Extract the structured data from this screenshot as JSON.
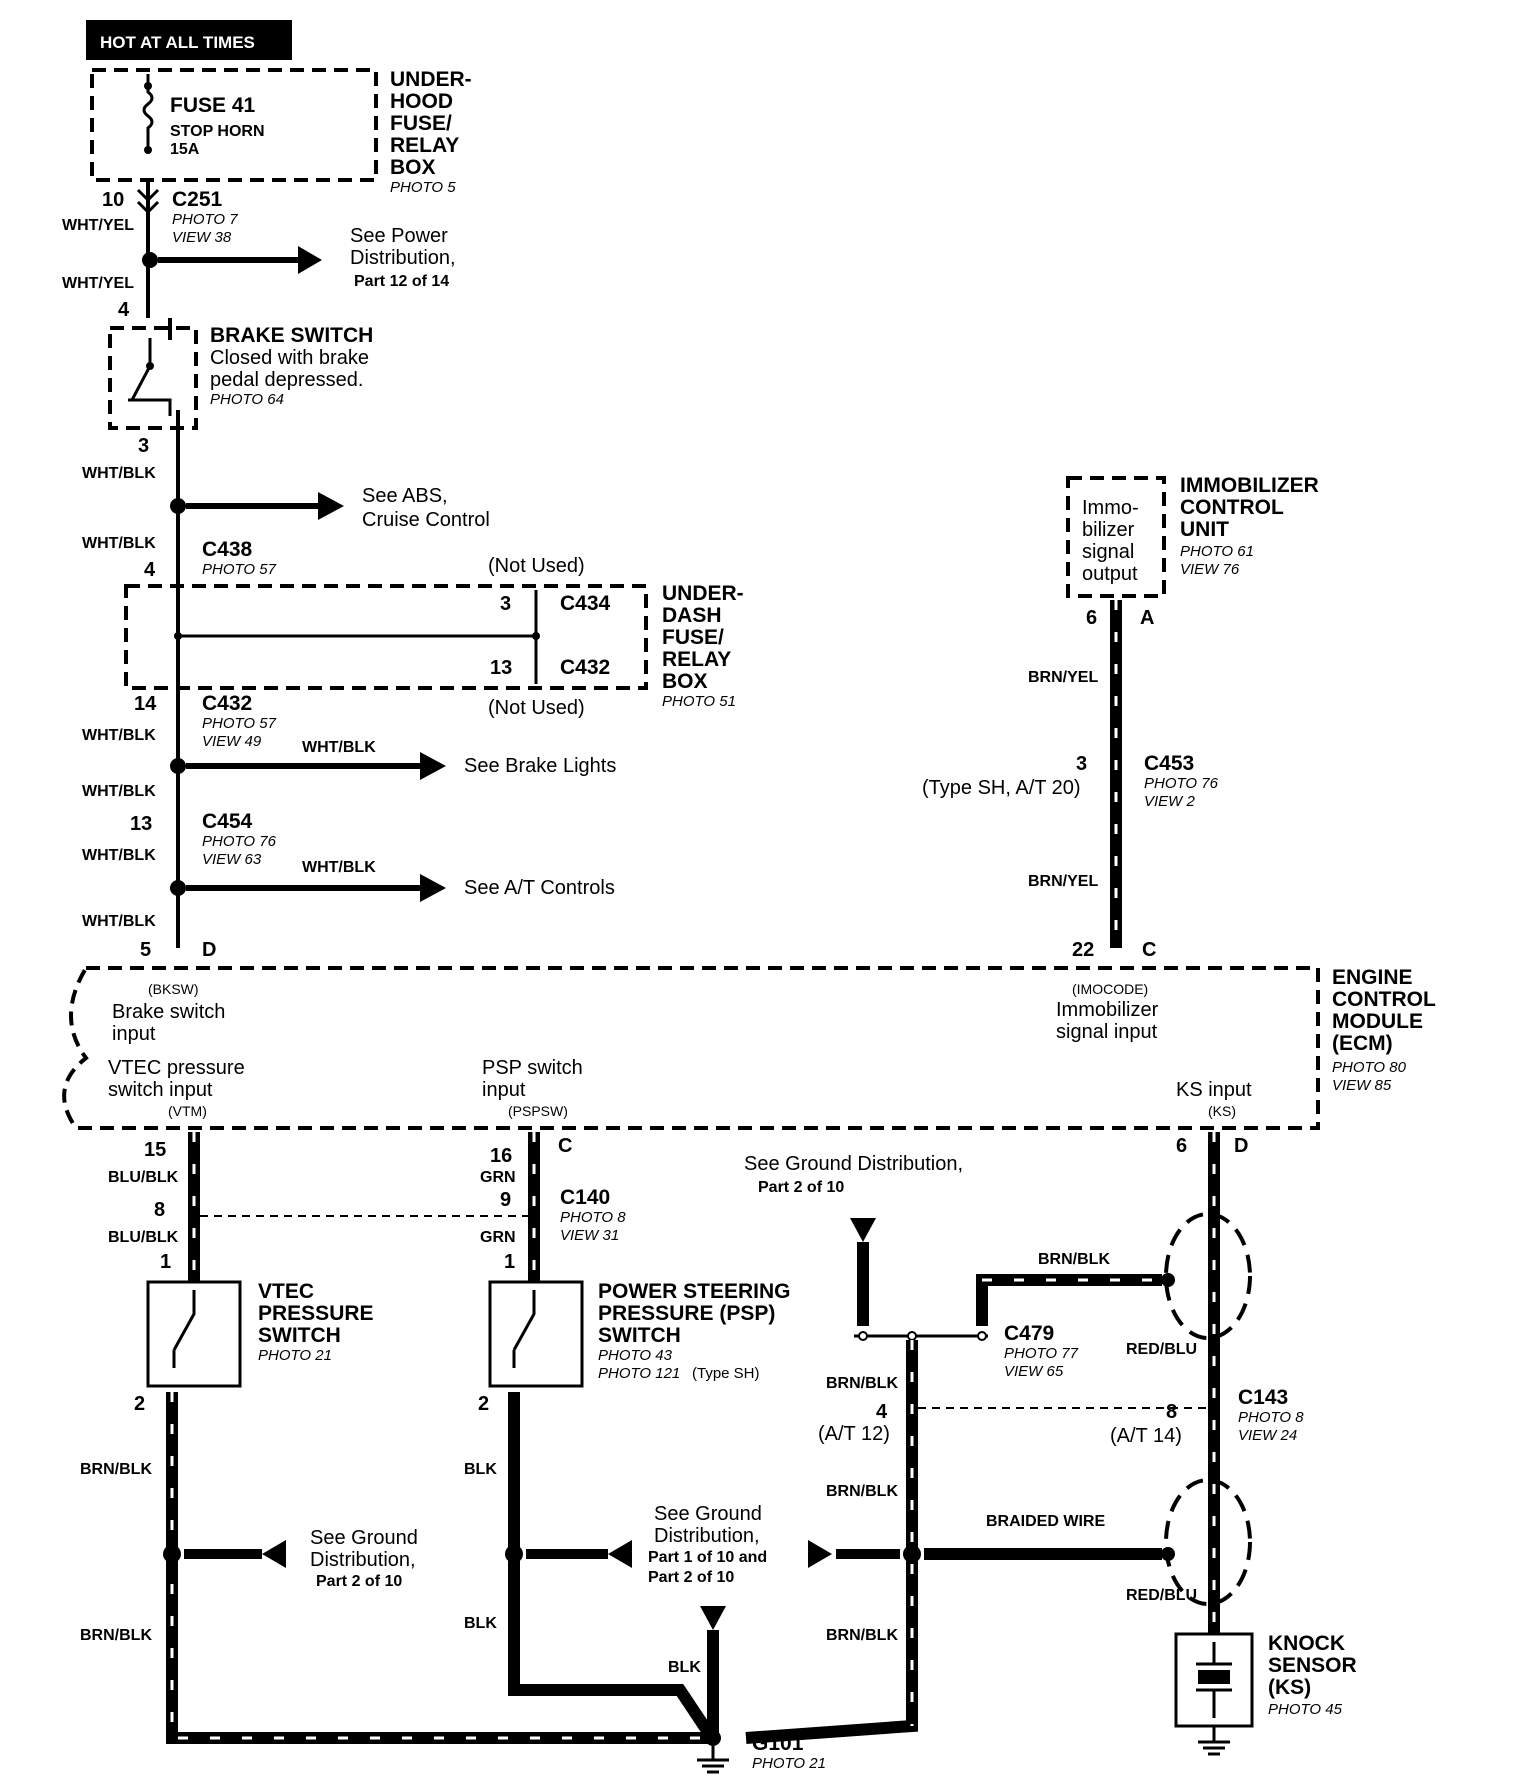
{
  "banner": "HOT AT ALL TIMES",
  "underhood": {
    "title": [
      "UNDER-",
      "HOOD",
      "FUSE/",
      "RELAY",
      "BOX"
    ],
    "photo": "PHOTO 5",
    "fuse": "FUSE 41",
    "fuse_name": "STOP HORN",
    "fuse_amp": "15A"
  },
  "c251": {
    "pin": "10",
    "name": "C251",
    "photo": "PHOTO 7",
    "view": "VIEW 38",
    "wire": "WHT/YEL"
  },
  "ref_power": [
    "See Power",
    "Distribution,",
    "Part 12 of 14"
  ],
  "wire_wht_yel": "WHT/YEL",
  "brake_switch": {
    "pin_top": "4",
    "title": "BRAKE SWITCH",
    "desc1": "Closed with brake",
    "desc2": "pedal depressed.",
    "photo": "PHOTO 64",
    "pin_bottom": "3"
  },
  "wire_wht_blk": "WHT/BLK",
  "ref_abs": [
    "See ABS,",
    "Cruise Control"
  ],
  "c438": {
    "name": "C438",
    "photo": "PHOTO 57",
    "pin": "4"
  },
  "underdash": {
    "title": [
      "UNDER-",
      "DASH",
      "FUSE/",
      "RELAY",
      "BOX"
    ],
    "photo": "PHOTO 51",
    "not_used": "(Not Used)",
    "c434_pin": "3",
    "c434": "C434",
    "c432_pin": "13",
    "c432": "C432"
  },
  "c432_low": {
    "pin": "14",
    "name": "C432",
    "photo": "PHOTO 57",
    "view": "VIEW 49"
  },
  "ref_brake_lights": "See Brake Lights",
  "c454": {
    "pin": "13",
    "name": "C454",
    "photo": "PHOTO 76",
    "view": "VIEW 63"
  },
  "ref_at": "See A/T Controls",
  "ecm_d_left": {
    "pin": "5",
    "letter": "D"
  },
  "immobilizer": {
    "inner": [
      "Immo-",
      "bilizer",
      "signal",
      "output"
    ],
    "title": [
      "IMMOBILIZER",
      "CONTROL",
      "UNIT"
    ],
    "photo": "PHOTO 61",
    "view": "VIEW 76",
    "pin": "6",
    "letter": "A"
  },
  "wire_brn_yel": "BRN/YEL",
  "c453": {
    "pin": "3",
    "alt": "(Type SH, A/T 20)",
    "name": "C453",
    "photo": "PHOTO 76",
    "view": "VIEW 2"
  },
  "ecm_c_right": {
    "pin": "22",
    "letter": "C"
  },
  "ecm": {
    "title": [
      "ENGINE",
      "CONTROL",
      "MODULE",
      "(ECM)"
    ],
    "photo": "PHOTO 80",
    "view": "VIEW 85",
    "bksw": "(BKSW)",
    "brake_input": [
      "Brake switch",
      "input"
    ],
    "imocode": "(IMOCODE)",
    "immo_input": [
      "Immobilizer",
      "signal input"
    ],
    "vtec_input": [
      "VTEC pressure",
      "switch input"
    ],
    "vtm": "(VTM)",
    "psp_input": [
      "PSP switch",
      "input"
    ],
    "pspsw": "(PSPSW)",
    "ks_input": "KS input",
    "ks": "(KS)"
  },
  "vtec_branch": {
    "pin_ecm": "15",
    "wire": "BLU/BLK",
    "conn_pin": "8",
    "pin_sw": "1",
    "title": [
      "VTEC",
      "PRESSURE",
      "SWITCH"
    ],
    "photo": "PHOTO 21",
    "pin_out": "2",
    "wire_out": "BRN/BLK"
  },
  "psp_branch": {
    "pin_ecm": "16",
    "letter": "C",
    "wire": "GRN",
    "conn_pin": "9",
    "c140": "C140",
    "c140_photo": "PHOTO 8",
    "c140_view": "VIEW 31",
    "pin_sw": "1",
    "title": [
      "POWER STEERING",
      "PRESSURE (PSP)",
      "SWITCH"
    ],
    "photo1": "PHOTO 43",
    "photo2": "PHOTO 121",
    "photo2_note": "(Type SH)",
    "pin_out": "2",
    "wire_out": "BLK"
  },
  "ref_ground_top": [
    "See Ground Distribution,",
    "Part 2 of 10"
  ],
  "ks_branch": {
    "pin_ecm": "6",
    "letter": "D",
    "wire_brn_blk": "BRN/BLK",
    "c479": "C479",
    "c479_photo": "PHOTO 77",
    "c479_view": "VIEW 65",
    "wire_red_blu": "RED/BLU",
    "c143": "C143",
    "c143_photo": "PHOTO 8",
    "c143_view": "VIEW 24",
    "c143_pin": "8",
    "c143_alt": "(A/T 14)",
    "left_pin": "4",
    "left_alt": "(A/T 12)",
    "braided": "BRAIDED WIRE",
    "title": [
      "KNOCK",
      "SENSOR",
      "(KS)"
    ],
    "photo": "PHOTO 45"
  },
  "ref_ground_left": [
    "See Ground",
    "Distribution,",
    "Part 2 of 10"
  ],
  "ref_ground_mid": [
    "See Ground",
    "Distribution,",
    "Part 1 of 10 and",
    "Part 2 of 10"
  ],
  "g101": {
    "name": "G101",
    "photo": "PHOTO 21",
    "wire": "BLK"
  }
}
